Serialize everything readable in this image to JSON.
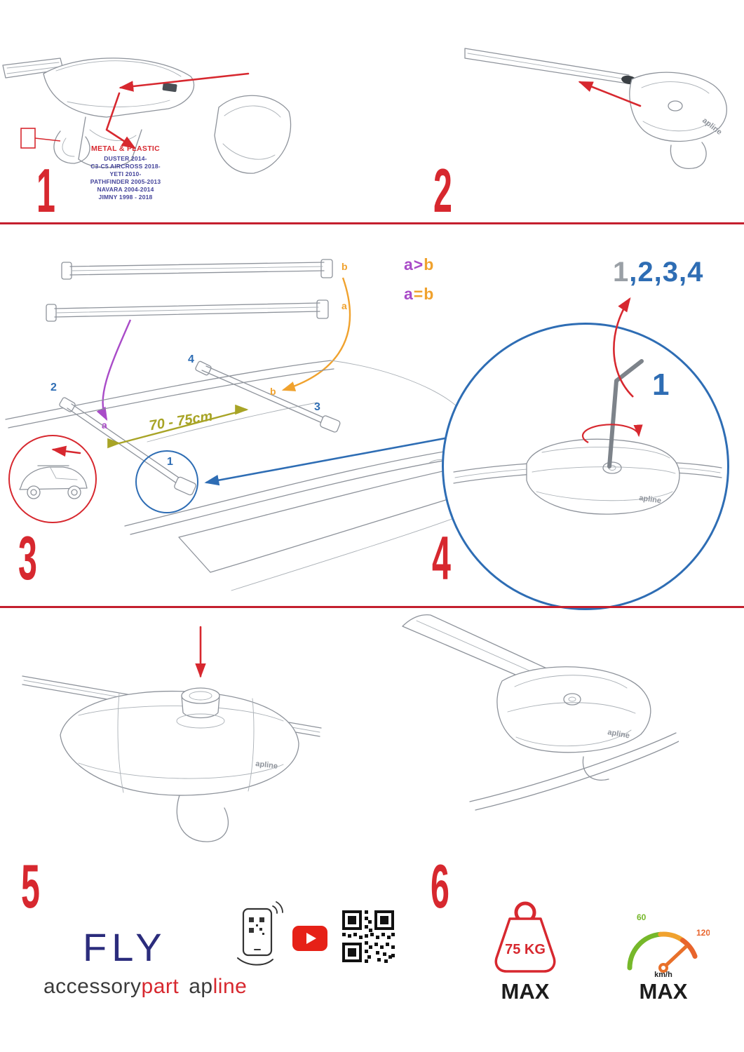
{
  "palette": {
    "accent_red": "#d7282f",
    "accent_blue": "#2e6db4",
    "purple": "#a94bc8",
    "orange": "#f0a22e",
    "olive": "#a8a426",
    "navy": "#2b2c7c",
    "gray": "#9aa0a6"
  },
  "steps": {
    "n1": "1",
    "n2": "2",
    "n3": "3",
    "n4": "4",
    "n5": "5",
    "n6": "6"
  },
  "step1": {
    "material_label": "METAL & PLASTIC",
    "models": [
      "DUSTER 2014-",
      "C3-C5 AIRCROSS 2018-",
      "YETI 2010-",
      "PATHFINDER 2005-2013",
      "NAVARA 2004-2014",
      "JIMNY 1998 - 2018"
    ]
  },
  "step3": {
    "bar_label_top": "b",
    "bar_label_bottom": "a",
    "rule_greater": {
      "left": "a",
      "op": ">",
      "right": "b"
    },
    "rule_equal": {
      "left": "a",
      "op": "=",
      "right": "b"
    },
    "distance_label": "70 - 75cm",
    "positions": {
      "p1": "1",
      "p2": "2",
      "p3": "3",
      "p4": "4"
    },
    "roof_labels": {
      "a": "a",
      "b": "b"
    }
  },
  "step4": {
    "sequence_first": "1",
    "sequence_rest": ",2,3,4",
    "callout": "1"
  },
  "branding": {
    "part_logo": "apline",
    "product_name": "FLY",
    "company_dark": "accessory",
    "company_red": "part",
    "logo_dark": "ap",
    "logo_red": "line"
  },
  "limits": {
    "max_weight": "75 KG",
    "weight_max_label": "MAX",
    "speed_min": "60",
    "speed_max_value": "120",
    "speed_unit": "km/h",
    "speed_max_label": "MAX"
  }
}
